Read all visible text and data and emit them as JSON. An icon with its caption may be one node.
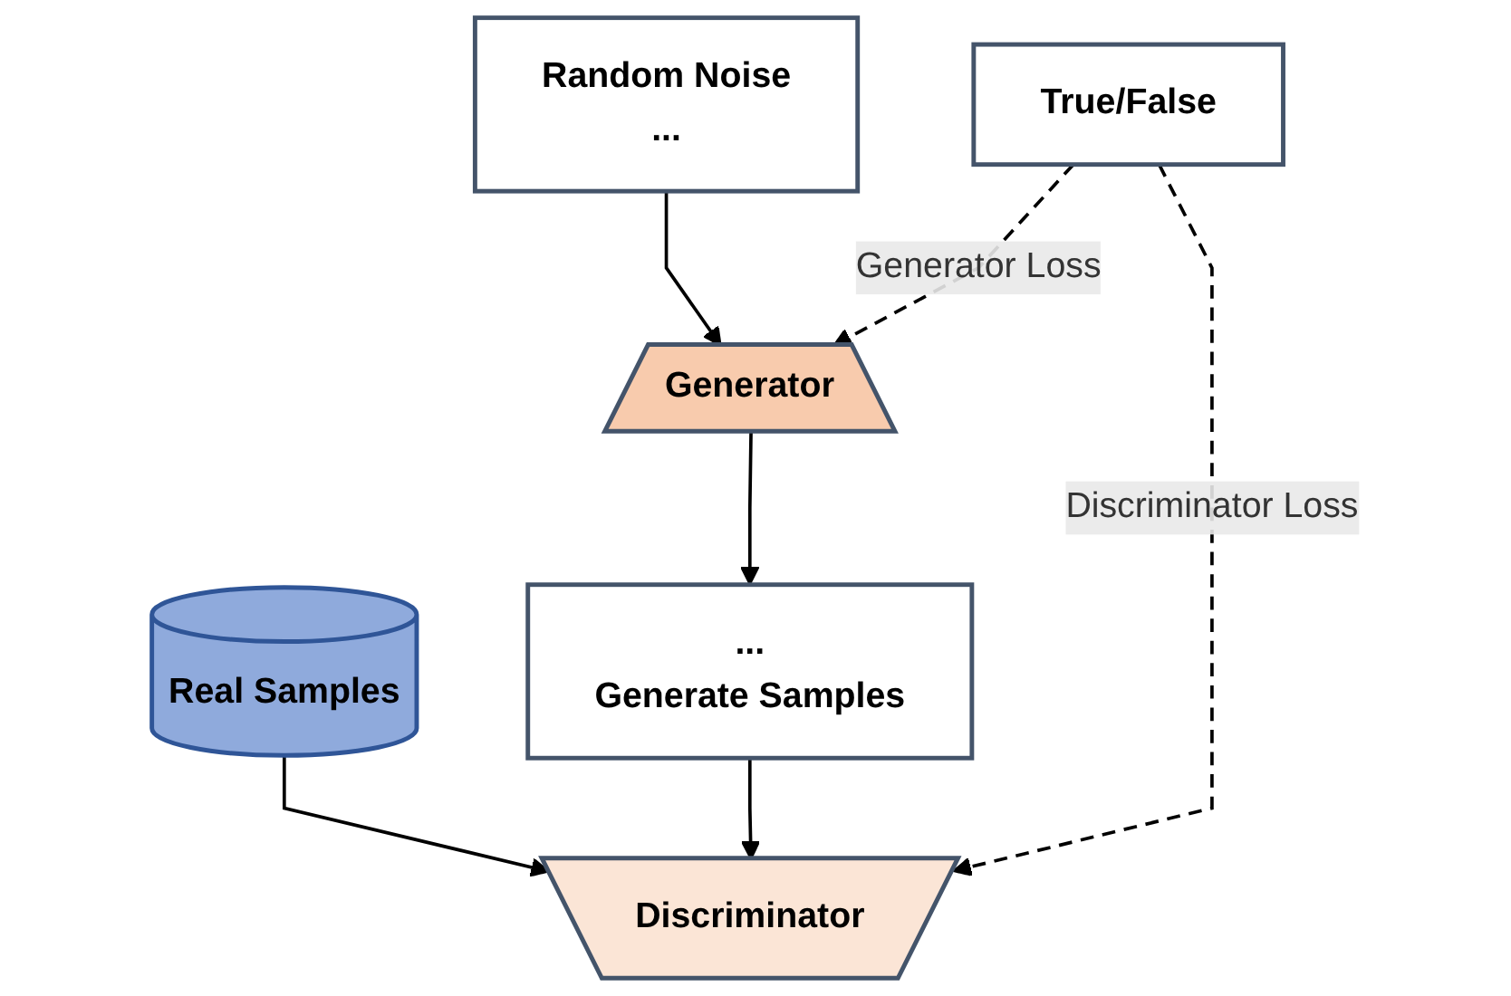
{
  "diagram": {
    "nodes": [
      {
        "text": [
          "Random Noise",
          "..."
        ]
      },
      {
        "text": [
          "Generator"
        ]
      },
      {
        "text": [
          "...",
          "Generate Samples"
        ]
      },
      {
        "text": [
          "Real Samples"
        ]
      },
      {
        "text": [
          "Discriminator"
        ]
      },
      {
        "text": [
          "True/False"
        ]
      }
    ],
    "edges": [
      {
        "from": 0,
        "to": 1,
        "arrow": "to"
      },
      {
        "from": 1,
        "to": 2,
        "arrow": "to"
      },
      {
        "from": 3,
        "to": 4,
        "arrow": "to"
      },
      {
        "from": 2,
        "to": 4,
        "arrow": "to"
      },
      {
        "from": 5,
        "to": 4,
        "arrow": "to",
        "style": "dashed",
        "label": "Discriminator Loss"
      },
      {
        "from": 5,
        "to": 1,
        "arrow": "to",
        "style": "dashed",
        "label": "Generator Loss"
      }
    ]
  }
}
